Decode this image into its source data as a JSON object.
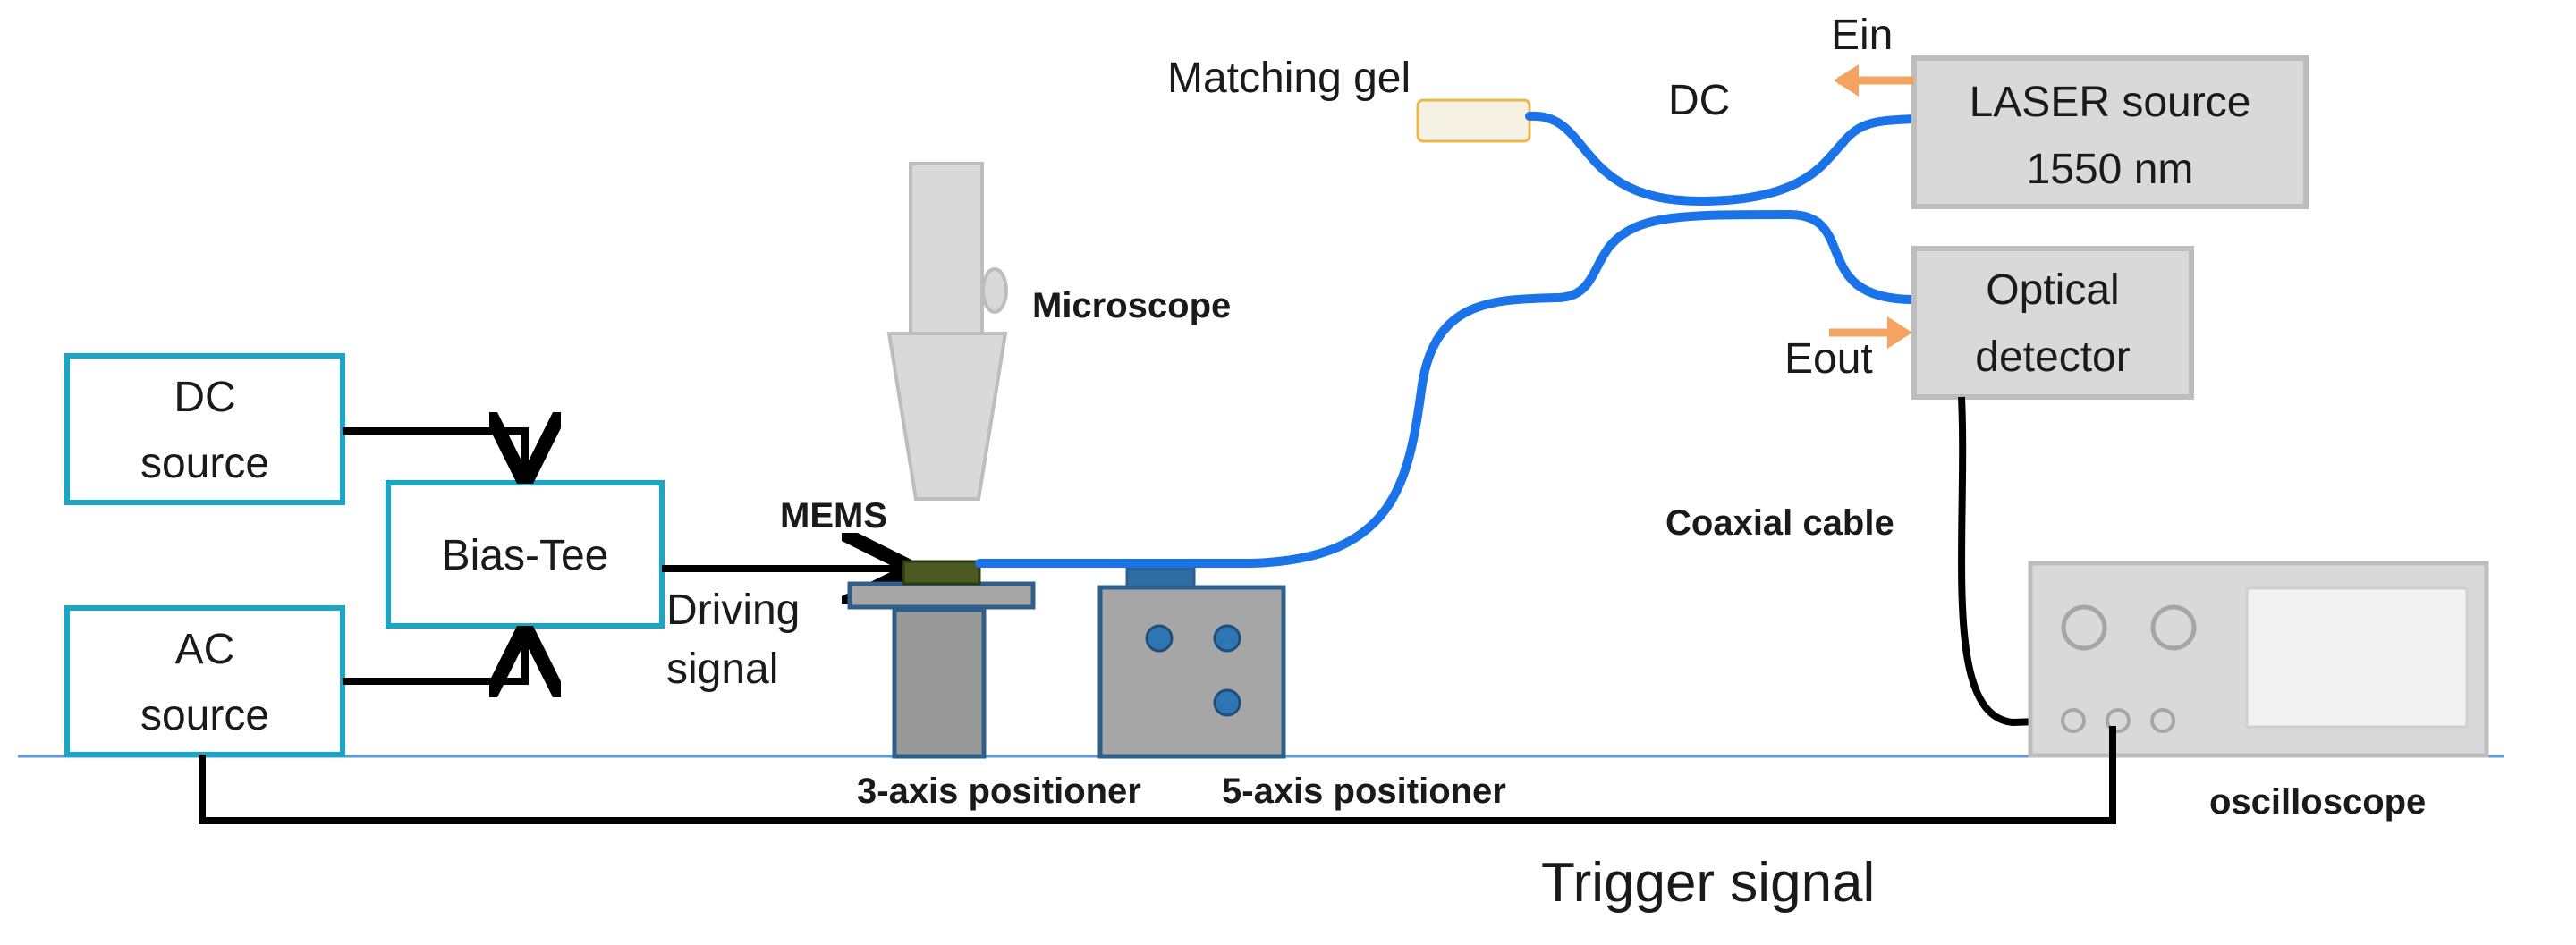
{
  "blocks": {
    "dc_source": [
      "DC",
      "source"
    ],
    "ac_source": [
      "AC",
      "source"
    ],
    "bias_tee": "Bias-Tee",
    "laser": [
      "LASER source",
      "1550 nm"
    ],
    "detector": [
      "Optical",
      "detector"
    ]
  },
  "labels": {
    "matching_gel": "Matching gel",
    "coupler": "DC",
    "ein": "Ein",
    "eout": "Eout",
    "microscope": "Microscope",
    "mems": "MEMS",
    "driving_signal": [
      "Driving",
      "signal"
    ],
    "coaxial_cable": "Coaxial cable",
    "positioner_3axis": "3-axis positioner",
    "positioner_5axis": "5-axis positioner",
    "oscilloscope": "oscilloscope",
    "trigger_signal": "Trigger signal"
  },
  "colors": {
    "source_box_border": "#1aa7c7",
    "equipment_fill": "#d9d9d9",
    "fiber": "#1a73e8",
    "light_arrow": "#f4a460",
    "stage_blue": "#2e5f8a",
    "mems_chip": "#4a5a23",
    "gel_fill": "#f5f1e3",
    "gel_border": "#e8b84a"
  }
}
